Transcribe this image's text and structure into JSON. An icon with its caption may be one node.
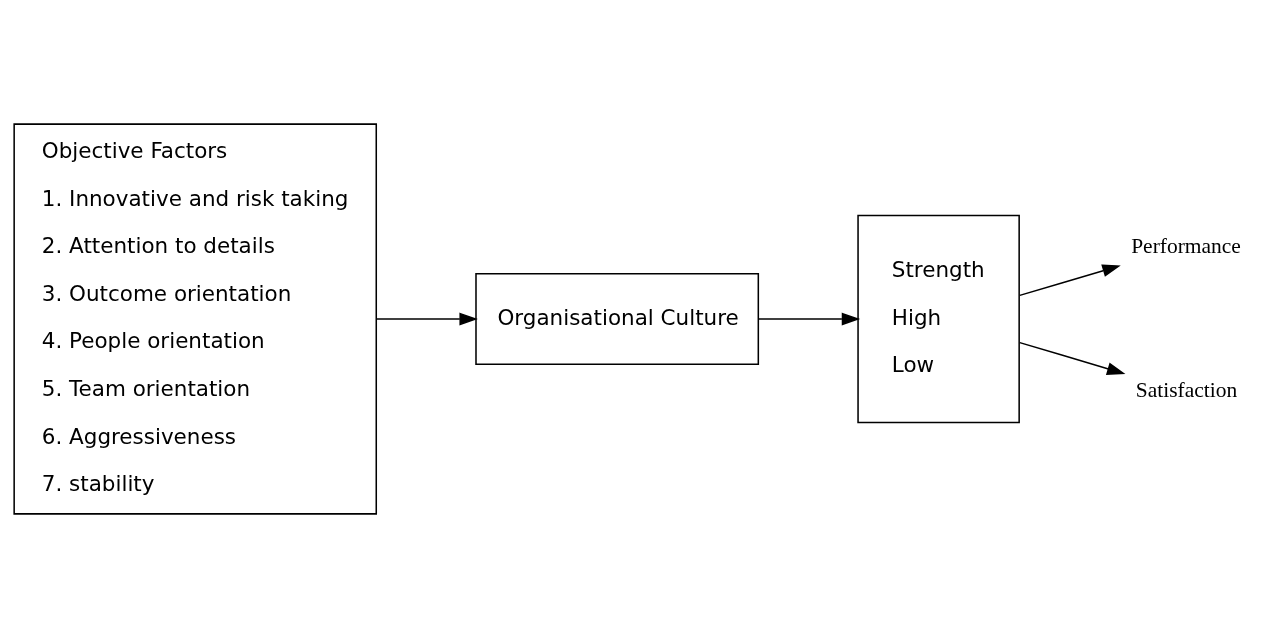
{
  "diagram": {
    "nodes": [
      {
        "text": [
          "Objective Factors",
          "1. Innovative and risk taking",
          "2. Attention to details",
          "3. Outcome orientation",
          "4. People orientation",
          "5. Team orientation",
          "6. Aggressiveness",
          "7. stability"
        ]
      },
      {
        "text": [
          "Organisational Culture"
        ]
      },
      {
        "text": [
          "Strength",
          "High",
          "Low"
        ]
      },
      {
        "text": [
          "Performance"
        ]
      },
      {
        "text": [
          "Satisfaction"
        ]
      }
    ],
    "edges": [
      {
        "from": 0,
        "to": 1,
        "arrow": "to"
      },
      {
        "from": 1,
        "to": 2,
        "arrow": "to"
      },
      {
        "from": 2,
        "to": 3,
        "arrow": "to"
      },
      {
        "from": 2,
        "to": 4,
        "arrow": "to"
      }
    ]
  }
}
